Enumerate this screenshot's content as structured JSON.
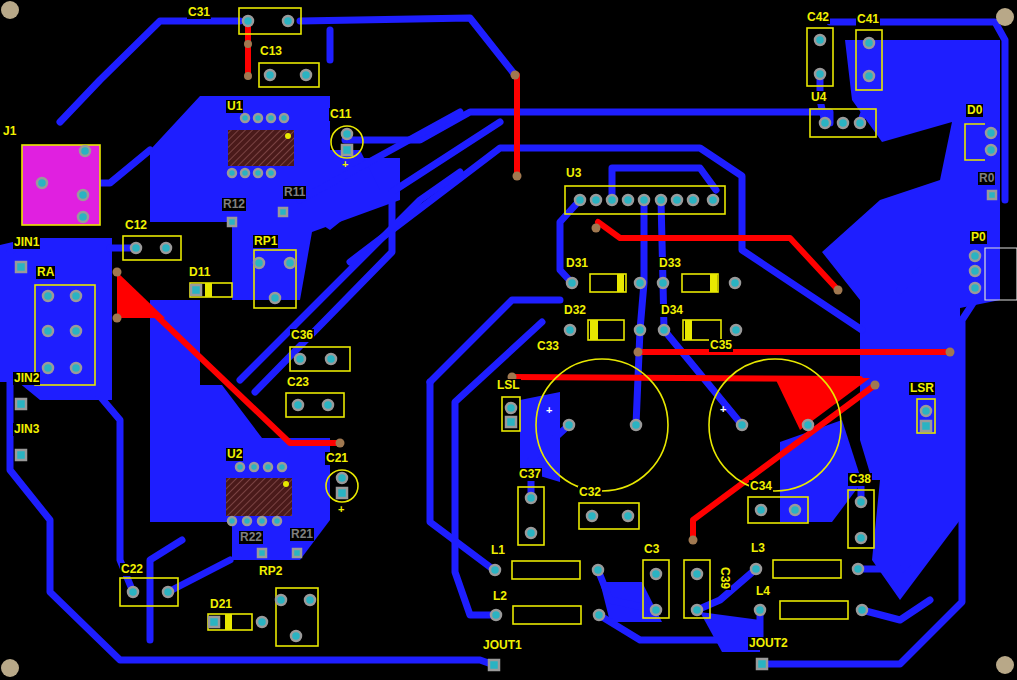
{
  "diagram": {
    "labels": [
      "C31",
      "C13",
      "U1",
      "C11",
      "J1",
      "R11",
      "R12",
      "RP1",
      "C12",
      "JIN1",
      "D11",
      "RA",
      "JIN2",
      "JIN3",
      "C36",
      "C23",
      "U2",
      "C21",
      "R22",
      "R21",
      "RP2",
      "C22",
      "D21",
      "C42",
      "C41",
      "U4",
      "D0",
      "R0",
      "P0",
      "U3",
      "D31",
      "D33",
      "D32",
      "D34",
      "C33",
      "C35",
      "LSL",
      "LSR",
      "C37",
      "C32",
      "C34",
      "C38",
      "L1",
      "L2",
      "L3",
      "L4",
      "C3",
      "C39",
      "JOUT1",
      "JOUT2",
      "+",
      "+",
      "+",
      "+"
    ]
  }
}
